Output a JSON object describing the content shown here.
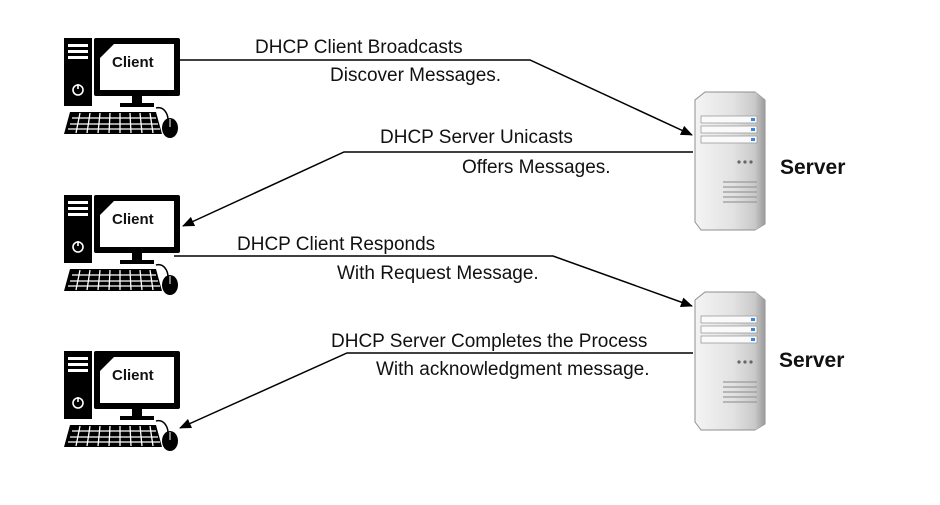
{
  "clients": [
    {
      "label": "Client"
    },
    {
      "label": "Client"
    },
    {
      "label": "Client"
    }
  ],
  "servers": [
    {
      "label": "Server"
    },
    {
      "label": "Server"
    }
  ],
  "messages": [
    {
      "line1": "DHCP Client Broadcasts",
      "line2": "Discover Messages."
    },
    {
      "line1": "DHCP Server Unicasts",
      "line2": "Offers Messages."
    },
    {
      "line1": "DHCP Client Responds",
      "line2": "With Request Message."
    },
    {
      "line1": "DHCP Server Completes the Process",
      "line2": "With acknowledgment message."
    }
  ],
  "colors": {
    "line": "#000000",
    "monitor": "#000000",
    "screen": "#ffffff",
    "server_body": "#d9d9d9",
    "server_led": "#3a86d9"
  },
  "icons": {
    "client": "desktop-computer-icon",
    "server": "server-tower-icon"
  }
}
